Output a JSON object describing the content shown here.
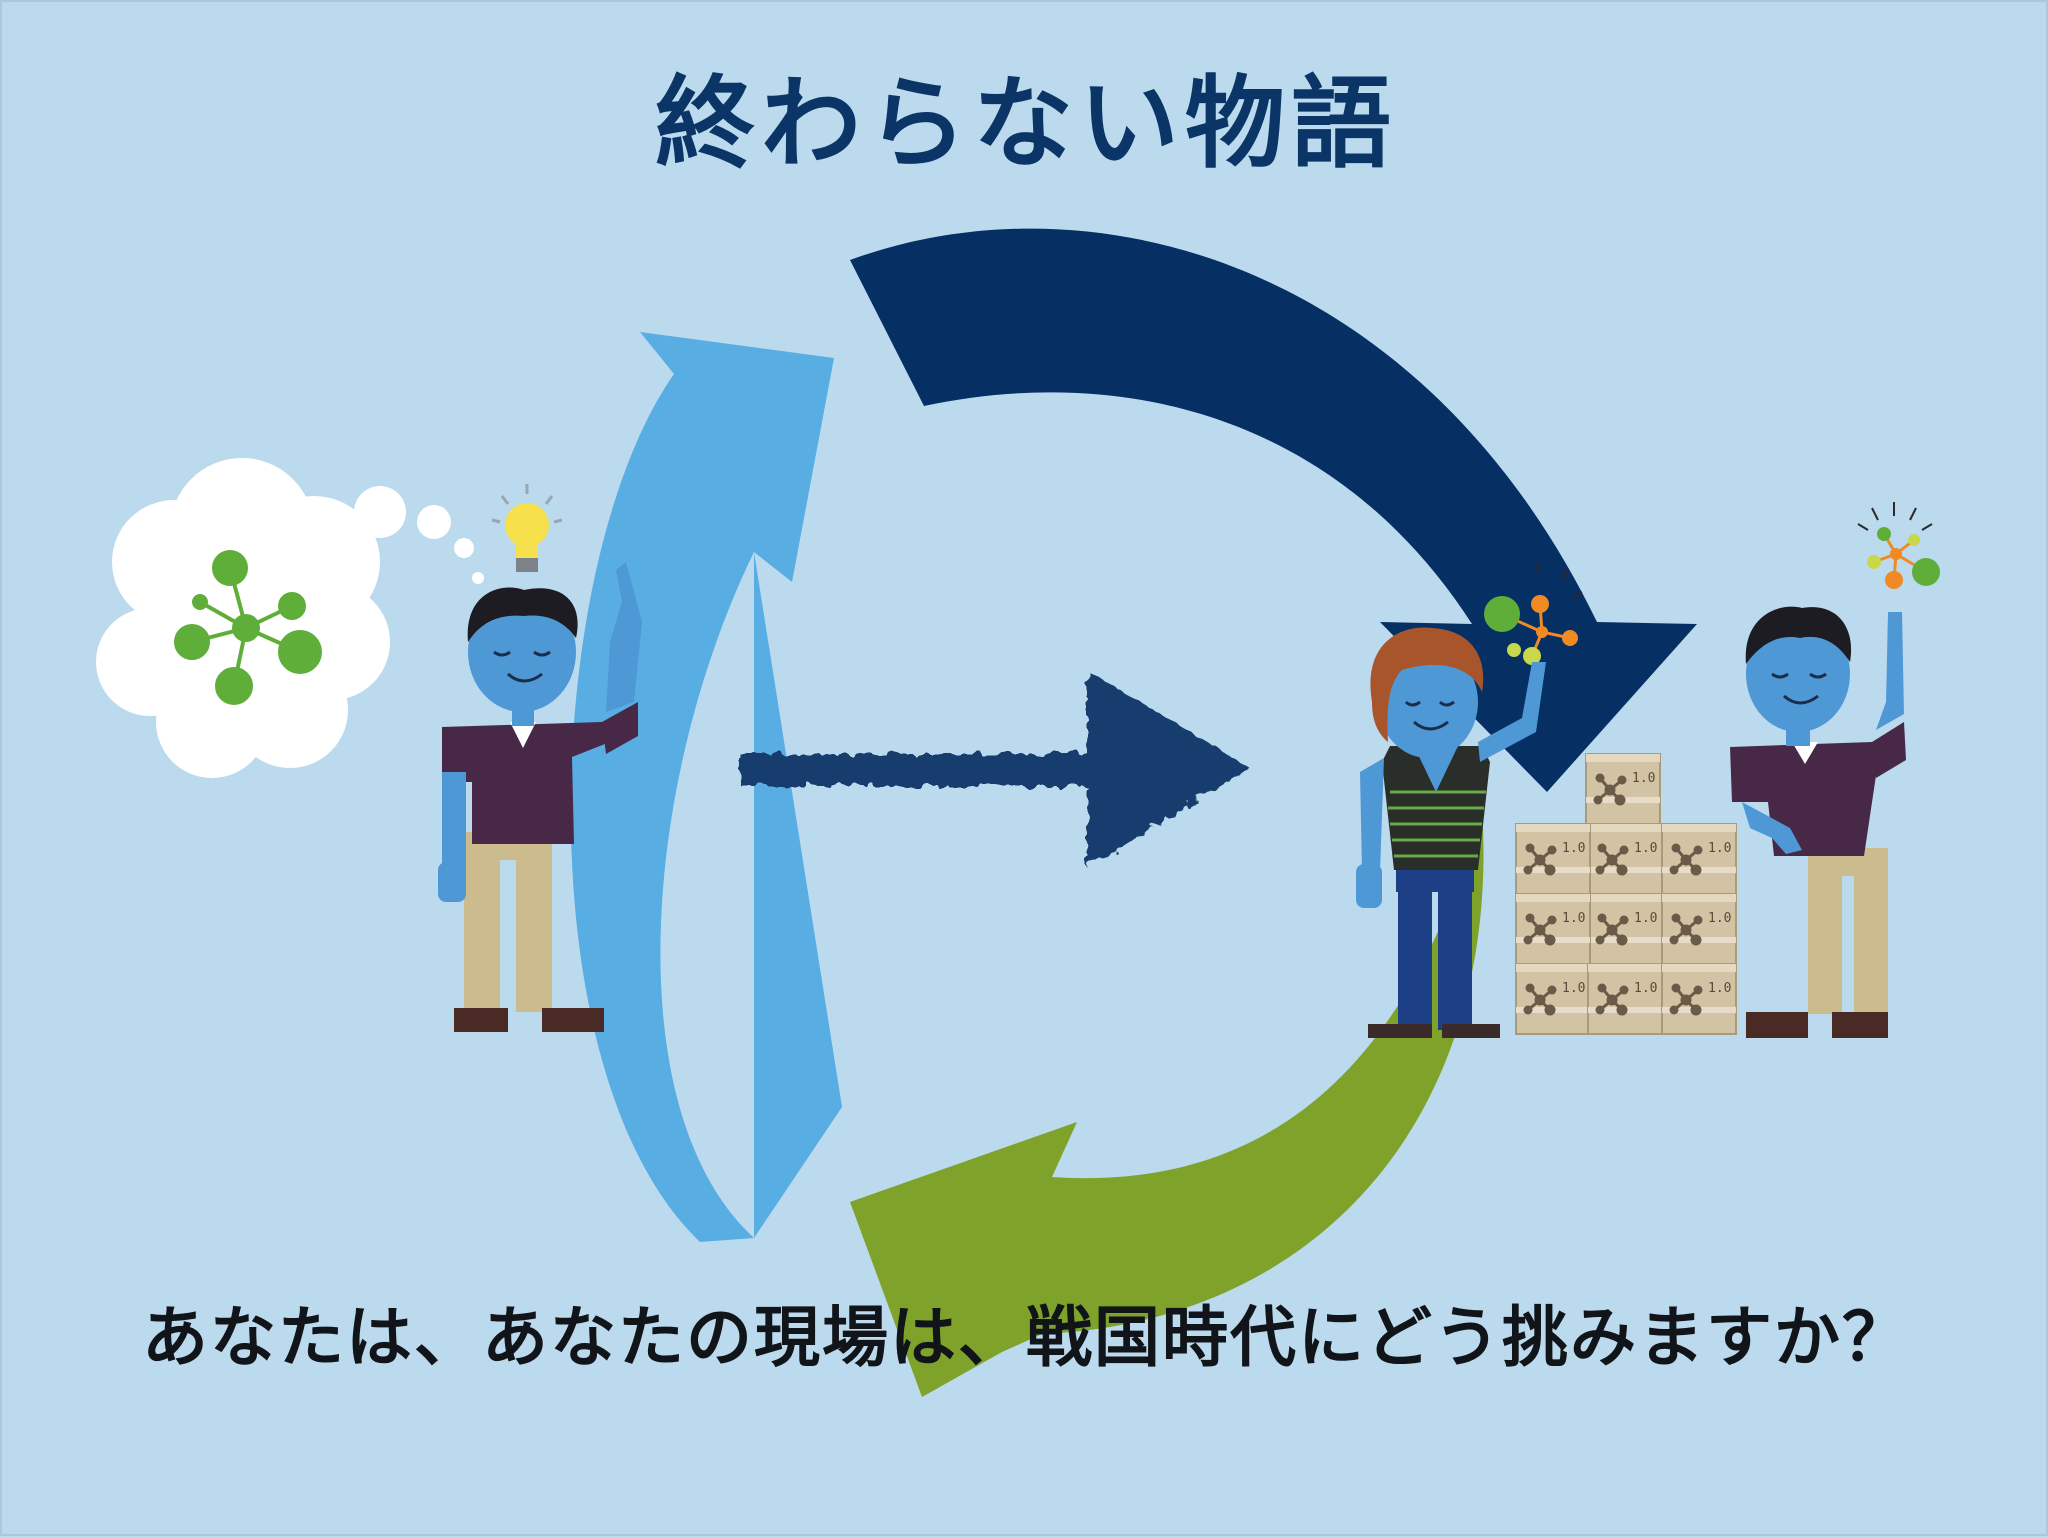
{
  "slide": {
    "title": "終わらない物語",
    "question": "あなたは、あなたの現場は、戦国時代にどう挑みますか？"
  },
  "box_label": "1.0",
  "colors": {
    "background": "#bcdaee",
    "title": "#0a3566",
    "cycle_light_blue": "#58ade3",
    "cycle_navy": "#062f63",
    "cycle_green": "#7fa22a",
    "figure_skin": "#4f98d6",
    "molecule_green": "#5fae3a",
    "molecule_orange": "#f08a24"
  },
  "icons": [
    "idea-cloud-icon",
    "lightbulb-icon",
    "molecule-icon",
    "forward-arrow-icon",
    "package-box-icon"
  ]
}
